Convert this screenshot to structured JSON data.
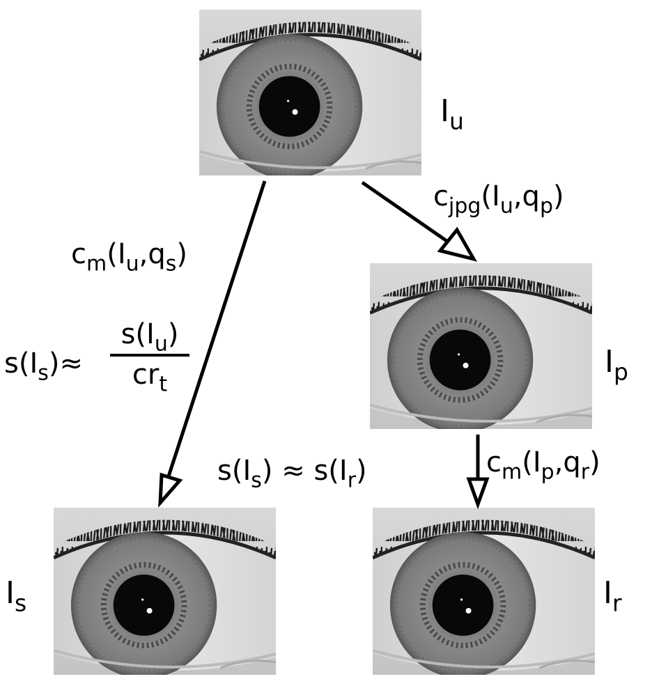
{
  "images": {
    "Iu": {
      "label_base": "I",
      "label_sub": "u"
    },
    "Ip": {
      "label_base": "I",
      "label_sub": "p"
    },
    "Is": {
      "label_base": "I",
      "label_sub": "s"
    },
    "Ir": {
      "label_base": "I",
      "label_sub": "r"
    }
  },
  "edges": {
    "jpg": {
      "c": "c",
      "sub": "jpg",
      "open": "(I",
      "img_sub": "u",
      "mid": ",q",
      "q_sub": "p",
      "close": ")"
    },
    "m_s": {
      "c": "c",
      "sub": "m",
      "open": "(I",
      "img_sub": "u",
      "mid": ",q",
      "q_sub": "s",
      "close": ")"
    },
    "m_r": {
      "c": "c",
      "sub": "m",
      "open": "(I",
      "img_sub": "p",
      "mid": ",q",
      "q_sub": "r",
      "close": ")"
    }
  },
  "size_relation": {
    "lhs": {
      "prefix": "s(I",
      "sub": "s",
      "suffix": ")",
      "approx": "≈"
    },
    "numerator": {
      "prefix": "s(I",
      "sub": "u",
      "suffix": ")"
    },
    "denominator": {
      "prefix": "cr",
      "sub": "t"
    }
  },
  "equality": {
    "left": {
      "prefix": "s(I",
      "sub": "s",
      "suffix": ")"
    },
    "approx": "≈",
    "right": {
      "prefix": "s(I",
      "sub": "r",
      "suffix": ")"
    }
  }
}
